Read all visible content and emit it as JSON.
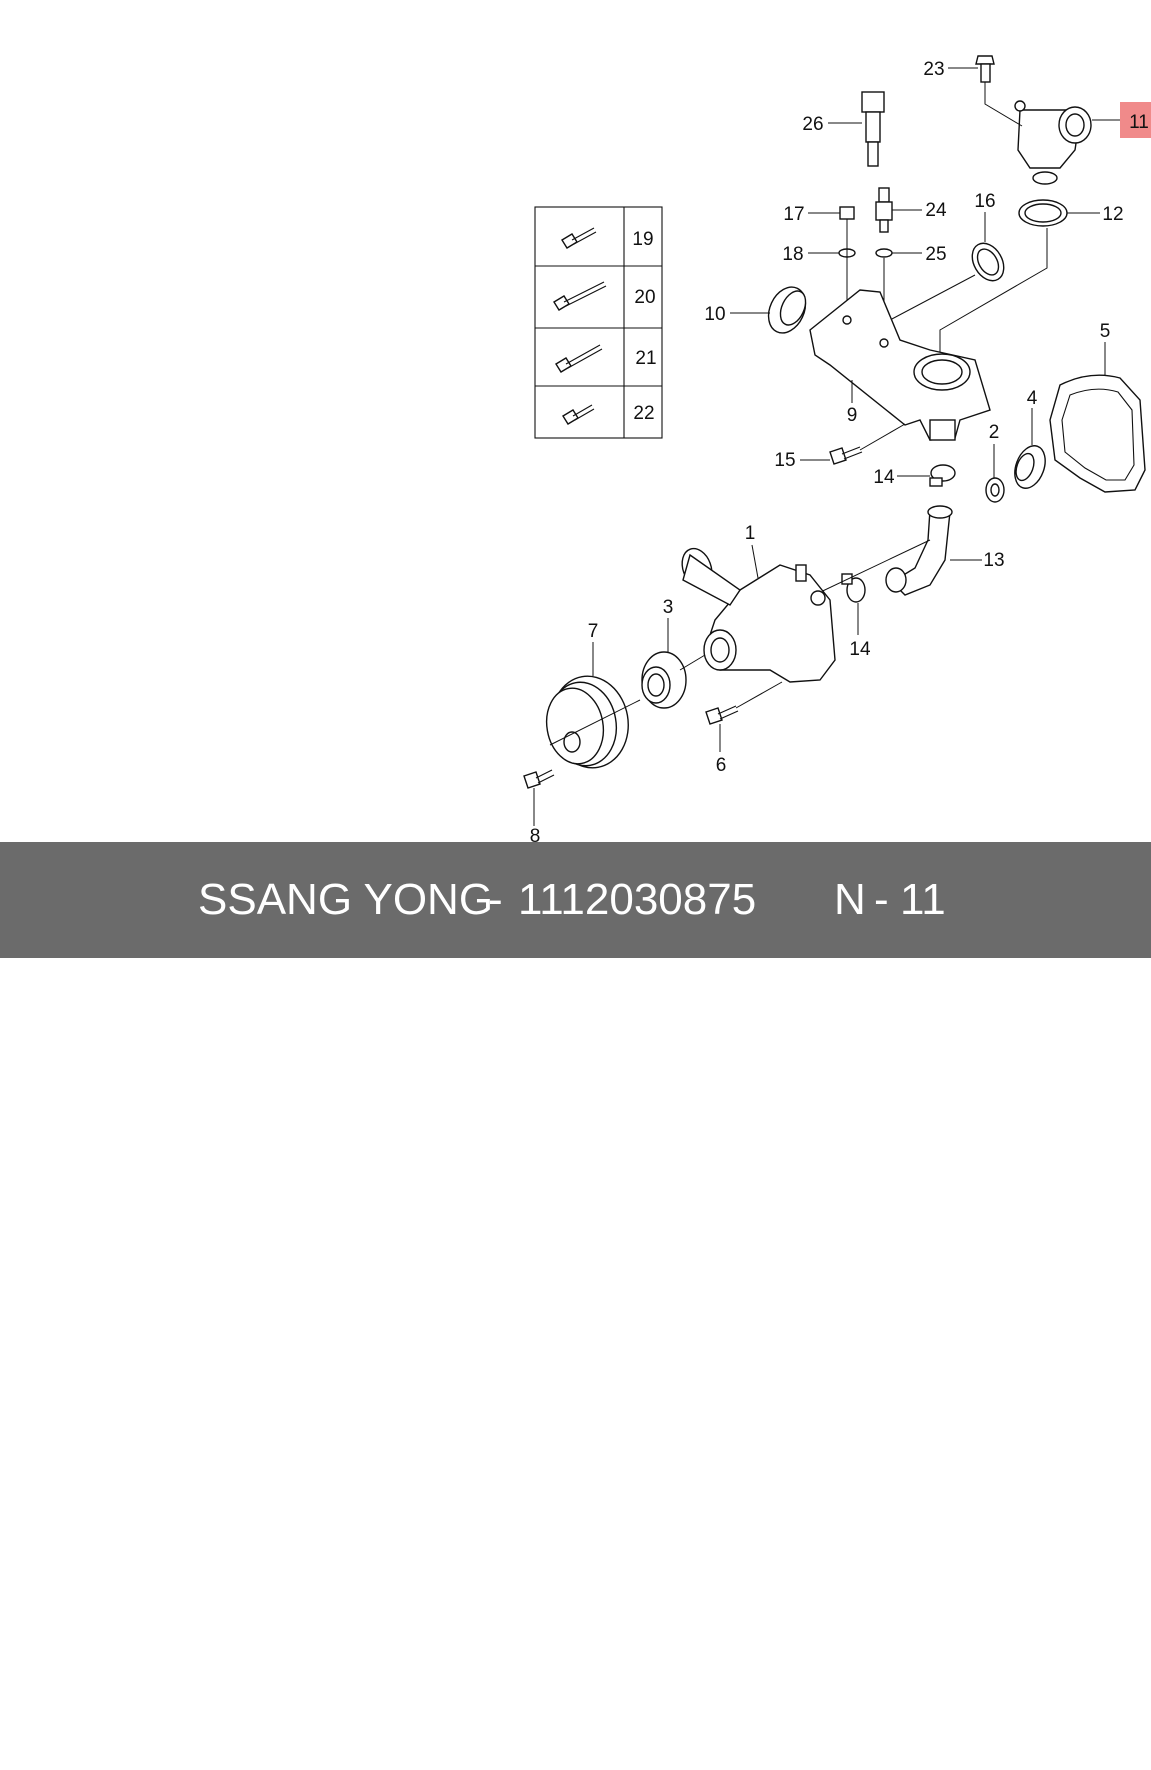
{
  "diagram": {
    "callouts": {
      "c1": "1",
      "c2": "2",
      "c3": "3",
      "c4": "4",
      "c5": "5",
      "c6": "6",
      "c7": "7",
      "c8": "8",
      "c9": "9",
      "c10": "10",
      "c11": "11",
      "c12": "12",
      "c13": "13",
      "c14a": "14",
      "c14b": "14",
      "c15": "15",
      "c16": "16",
      "c17": "17",
      "c18": "18",
      "c23": "23",
      "c24": "24",
      "c25": "25",
      "c26": "26"
    },
    "highlighted_callout": "11",
    "highlight_color": "#f08a8a",
    "bolt_table": [
      {
        "label": "19"
      },
      {
        "label": "20"
      },
      {
        "label": "21"
      },
      {
        "label": "22"
      }
    ]
  },
  "footer": {
    "brand": "SSANG YONG",
    "separator": "-",
    "part_number": "1112030875",
    "ref_prefix": "N",
    "ref_separator": "-",
    "ref_number": "11"
  }
}
